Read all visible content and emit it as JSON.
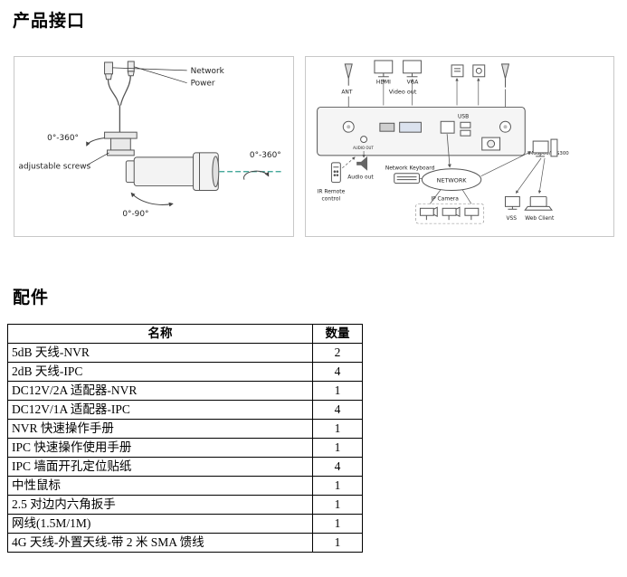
{
  "sections": {
    "interfaces_title": "产品接口",
    "accessories_title": "配件"
  },
  "camera_diagram": {
    "labels": {
      "network": "Network",
      "power": "Power",
      "rotate_top": "0°-360°",
      "adjustable_screws": "adjustable screws",
      "rotate_right": "0°-360°",
      "rotate_bottom": "0°-90°"
    }
  },
  "nvr_diagram": {
    "labels": {
      "ant": "ANT",
      "hdmi": "HDMI",
      "vga": "VGA",
      "video_out": "Video out",
      "usb": "USB",
      "audio_out_port": "AUDIO OUT",
      "audio_out": "Audio out",
      "network_keyboard": "Network Keyboard",
      "network": "NETWORK",
      "ir_remote_line1": "IR Remote",
      "ir_remote_line2": "control",
      "ip_camera": "IP Camera",
      "vss": "VSS",
      "web_client": "Web Client",
      "model": "IMS3000/IMS300"
    }
  },
  "accessories_table": {
    "headers": [
      "名称",
      "数量"
    ],
    "rows": [
      [
        "5dB 天线-NVR",
        "2"
      ],
      [
        "2dB 天线-IPC",
        "4"
      ],
      [
        "DC12V/2A 适配器-NVR",
        "1"
      ],
      [
        "DC12V/1A 适配器-IPC",
        "4"
      ],
      [
        "NVR 快速操作手册",
        "1"
      ],
      [
        "IPC 快速操作使用手册",
        "1"
      ],
      [
        "IPC 墙面开孔定位贴纸",
        "4"
      ],
      [
        "中性鼠标",
        "1"
      ],
      [
        "2.5 对边内六角扳手",
        "1"
      ],
      [
        "网线(1.5M/1M)",
        "1"
      ],
      [
        "4G 天线-外置天线-带 2 米 SMA 馈线",
        "1"
      ]
    ]
  }
}
